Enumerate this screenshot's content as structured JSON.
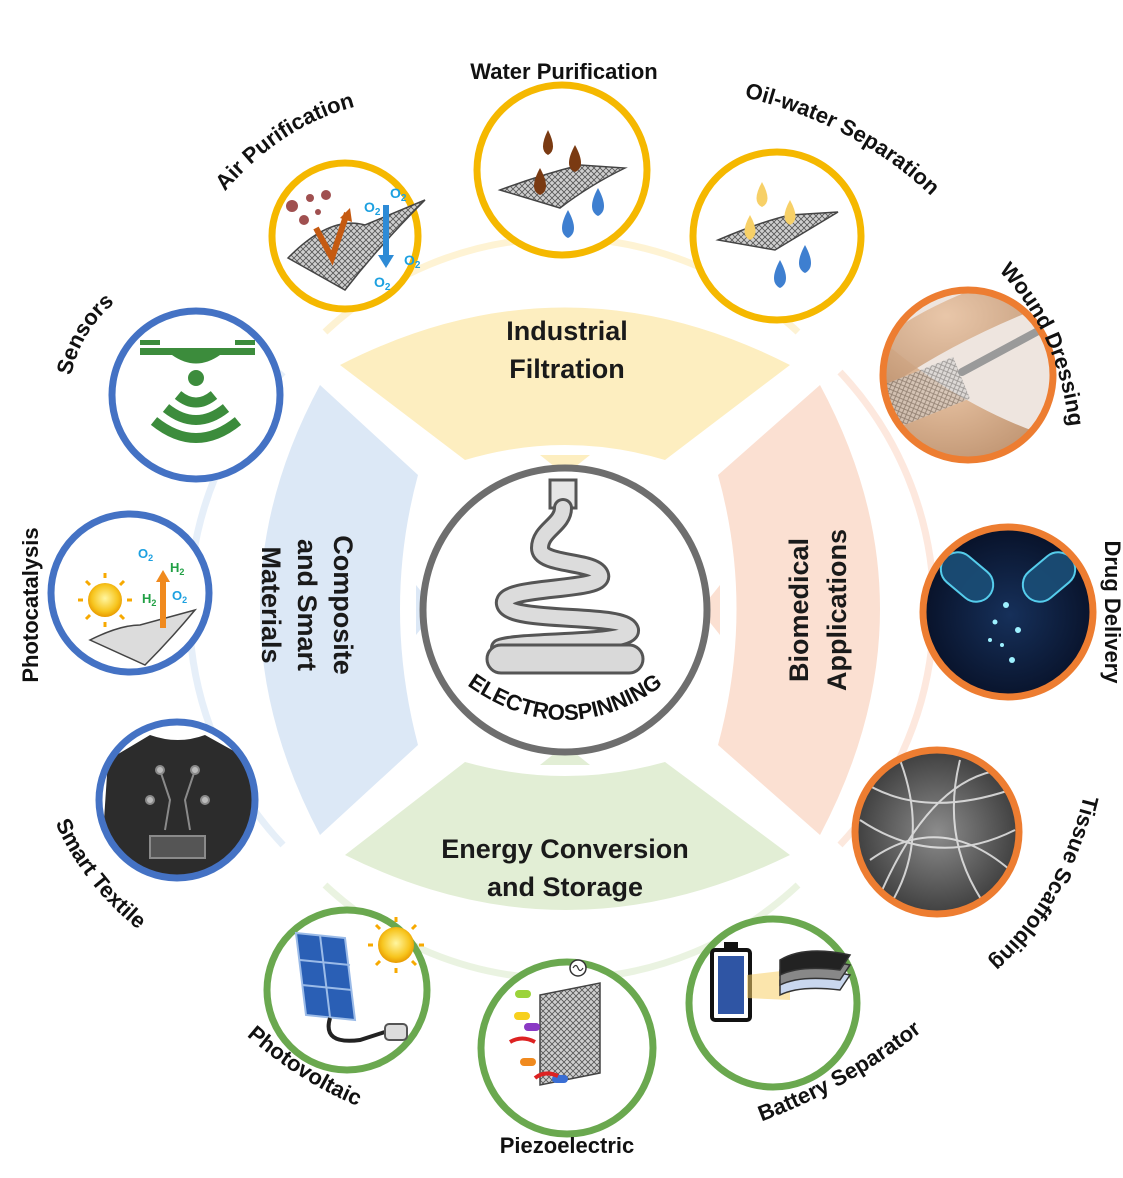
{
  "center": {
    "label": "ELECTROSPINNING"
  },
  "sectors": {
    "top": {
      "line1": "Industrial",
      "line2": "Filtration",
      "color": "#fdeec0"
    },
    "right": {
      "line1": "Biomedical",
      "line2": "Applications",
      "color": "#fbe0d2"
    },
    "bottom": {
      "line1": "Energy Conversion",
      "line2": "and Storage",
      "color": "#e2eed5"
    },
    "left": {
      "line1": "Composite",
      "line2": "and Smart",
      "line3": "Materials",
      "color": "#dce8f6"
    }
  },
  "applications": {
    "air_purification": "Air Purification",
    "water_purification": "Water Purification",
    "oil_water_separation": "Oil-water Separation",
    "wound_dressing": "Wound Dressing",
    "drug_delivery": "Drug Delivery",
    "tissue_scaffolding": "Tissue Scaffolding",
    "battery_separator": "Battery Separator",
    "piezoelectric": "Piezoelectric",
    "photovoltaic": "Photovoltaic",
    "smart_textile": "Smart Textile",
    "photocatalysis": "Photocatalysis",
    "sensors": "Sensors"
  },
  "chemistry": {
    "o2": "O",
    "h2": "H",
    "sub2": "2"
  },
  "colors": {
    "filtration": "#f5b800",
    "biomedical": "#ed7d31",
    "energy": "#6aa84f",
    "composite": "#4472c4",
    "center_ring": "#6e6e6e"
  }
}
